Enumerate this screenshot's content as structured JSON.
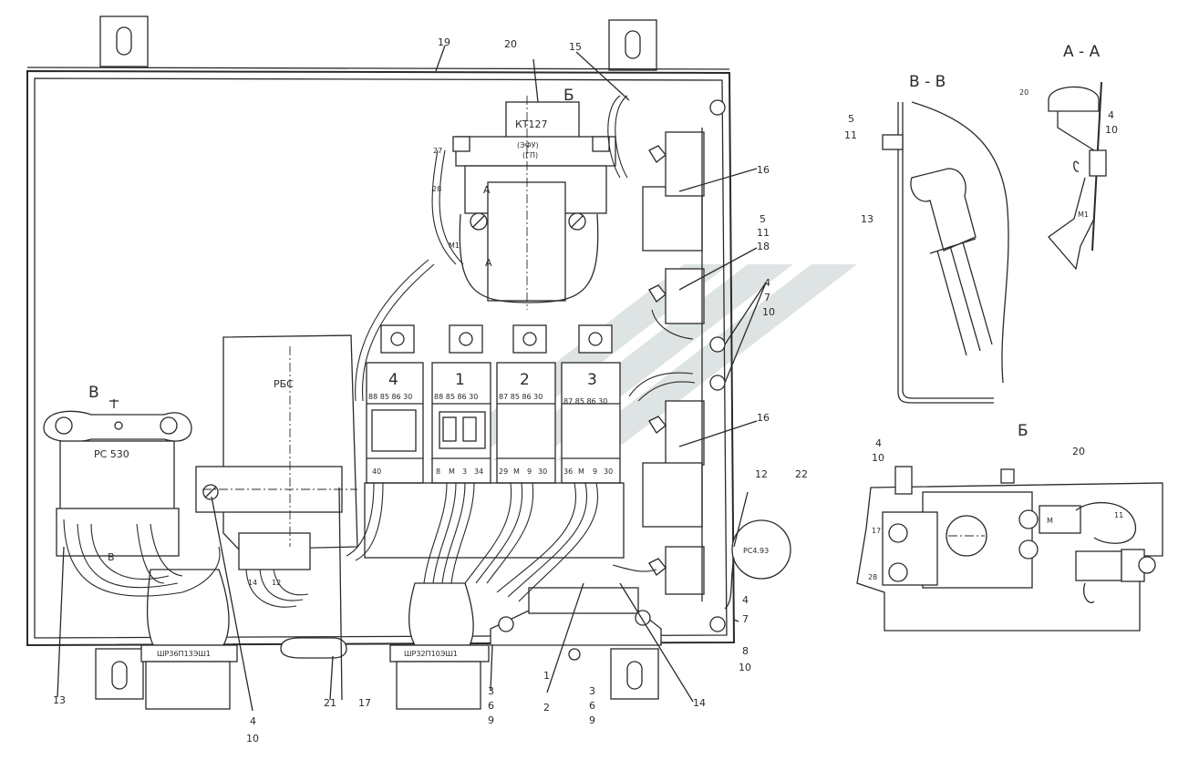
{
  "main_view": {
    "callouts": {
      "c19": "19",
      "c20": "20",
      "c15": "15",
      "c16a": "16",
      "c5": "5",
      "c11": "11",
      "c18": "18",
      "c4a": "4",
      "c7a": "7",
      "c10a": "10",
      "c16b": "16",
      "c12": "12",
      "c22": "22",
      "c4b": "4",
      "c7b": "7",
      "c8": "8",
      "c10b": "10",
      "c14": "14",
      "c3a": "3",
      "c6a": "6",
      "c9a": "9",
      "c1": "1",
      "c2": "2",
      "c3b": "3",
      "c6b": "6",
      "c9b": "9",
      "c17": "17",
      "c21": "21",
      "c4c": "4",
      "c10c": "10",
      "c13": "13"
    },
    "section_marks": {
      "b_top": "Б",
      "v_left": "В",
      "v_small": "В",
      "a_top": "А",
      "a_bot": "А"
    },
    "relay_unit": {
      "l1": "КТ127",
      "l2": "(ЭФУ)",
      "l3": "(ГП)"
    },
    "rbs_label": "РБС",
    "rs530_label": "РС 530",
    "rs493_label": "РС4.93",
    "connector_left": "ШР36П13ЭШ1",
    "connector_mid": "ШР32П10ЭШ1",
    "relays": [
      {
        "num": "4",
        "pins": "88 85 86 30",
        "terms": [
          "40",
          "",
          "",
          ""
        ]
      },
      {
        "num": "1",
        "pins": "88 85 86 30",
        "terms": [
          "8",
          "М",
          "3",
          "34"
        ]
      },
      {
        "num": "2",
        "pins": "87 85 86 30",
        "terms": [
          "29",
          "М",
          "9",
          "30"
        ]
      },
      {
        "num": "3",
        "pins": "87 85 86 30",
        "terms": [
          "36",
          "М",
          "9",
          "30"
        ]
      }
    ],
    "wire_marks": {
      "w28": "28",
      "w27": "27",
      "wm1": "М1",
      "w12": "12",
      "w14": "14"
    }
  },
  "view_vv": {
    "title": "В - В",
    "c5": "5",
    "c11": "11",
    "c13": "13"
  },
  "view_aa": {
    "title": "А - А",
    "c20": "20",
    "c4": "4",
    "c10": "10",
    "wm1": "М1"
  },
  "view_b": {
    "title": "Б",
    "c4": "4",
    "c10": "10",
    "c20": "20",
    "t17": "17",
    "t28": "28",
    "tm": "М",
    "t11": "11"
  }
}
